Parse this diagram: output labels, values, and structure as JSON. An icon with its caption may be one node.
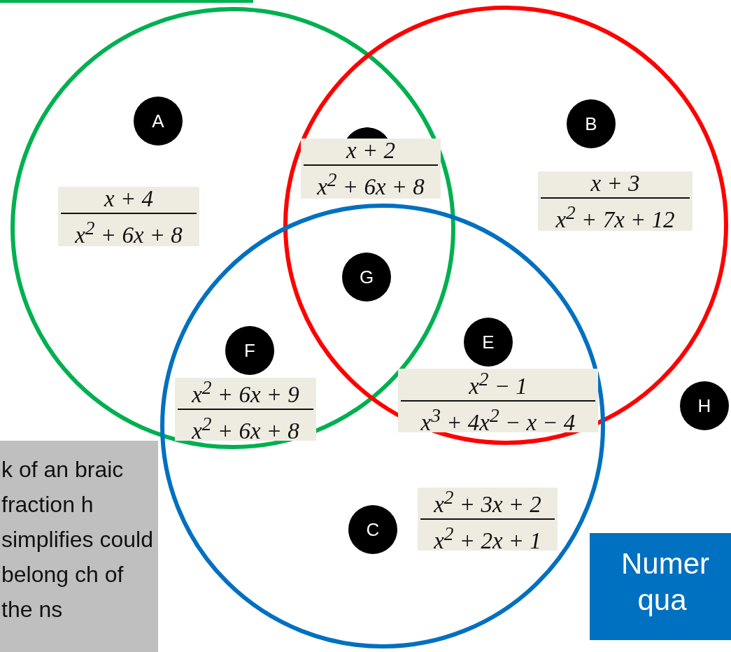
{
  "diagram": {
    "nodes": [
      {
        "text": [],
        "shape": "circle"
      },
      {
        "text": [],
        "shape": "circle"
      },
      {
        "text": [
          "A"
        ],
        "in": 0
      },
      {
        "text": [
          "B"
        ],
        "in": 1
      },
      {
        "text": [],
        "shape": "circle"
      },
      {
        "text": [
          "x + 2",
          "x$^{2}$ + 6x + 8"
        ]
      },
      {
        "text": [
          "x + 4",
          "x$^{2}$ + 6x + 8"
        ],
        "in": 0
      },
      {
        "text": [
          "x + 3",
          "x$^{2}$ + 7x + 12"
        ],
        "in": 1
      },
      {
        "text": [],
        "shape": "circle"
      },
      {
        "text": [
          "G"
        ]
      },
      {
        "text": [
          "E"
        ]
      },
      {
        "text": [
          "F"
        ]
      },
      {
        "text": [
          "x$^{2}$ + 6x + 9",
          "x$^{2}$ + 6x + 8"
        ]
      },
      {
        "text": [
          "x$^{2}$ − 1",
          "x$^{3}$ + 4x$^{2}$ − x − 4"
        ]
      },
      {
        "text": [
          "H"
        ]
      },
      {
        "text": [
          "k of an braic fraction h simplifies could belong ch of the ns"
        ]
      },
      {
        "text": [
          "C"
        ],
        "in": 8
      },
      {
        "text": [
          "x$^{2}$ + 3x + 2",
          "x$^{2}$ + 2x + 1"
        ],
        "in": 8
      },
      {
        "text": [
          "Numer qua"
        ]
      }
    ]
  }
}
